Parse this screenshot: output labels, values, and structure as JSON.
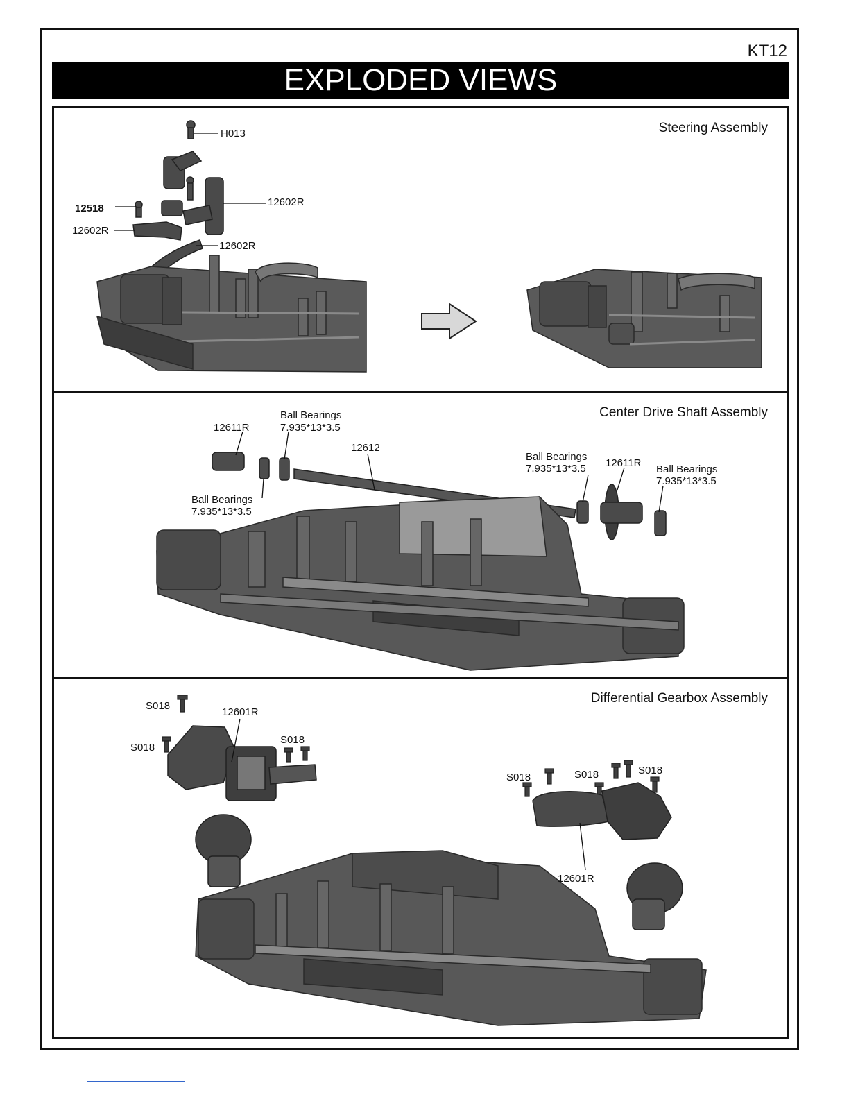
{
  "header": {
    "model_code": "KT12",
    "title": "EXPLODED VIEWS"
  },
  "panels": {
    "steering": {
      "title": "Steering Assembly",
      "labels": {
        "ball_stud": "H013",
        "bushing": "12518",
        "crank_right": "12602R",
        "crank_left": "12602R",
        "link_arm": "12602R"
      }
    },
    "drive": {
      "title": "Center Drive Shaft Assembly",
      "labels": {
        "front_cup": "12611R",
        "bearing_top_line1": "Ball Bearings",
        "bearing_top_line2": "7.935*13*3.5",
        "shaft": "12612",
        "bearing_low_line1": "Ball Bearings",
        "bearing_low_line2": "7.935*13*3.5",
        "bearing_mid_line1": "Ball Bearings",
        "bearing_mid_line2": "7.935*13*3.5",
        "spur_gear": "12611R",
        "bearing_right_line1": "Ball Bearings",
        "bearing_right_line2": "7.935*13*3.5"
      }
    },
    "diff": {
      "title": "Differential Gearbox Assembly",
      "labels": {
        "screw_top": "S018",
        "housing_left": "12601R",
        "screw_left": "S018",
        "screw_left_pair": "S018",
        "screw_right_a": "S018",
        "screw_right_b": "S018",
        "screw_right_c": "S018",
        "housing_right": "12601R"
      }
    }
  }
}
